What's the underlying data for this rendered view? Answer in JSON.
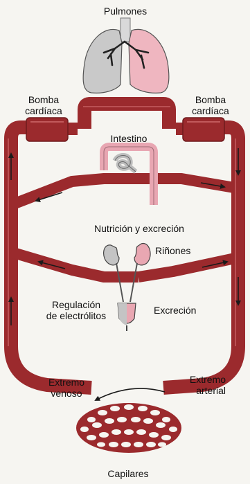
{
  "labels": {
    "lungs": "Pulmones",
    "pump_left_line1": "Bomba",
    "pump_left_line2": "cardíaca",
    "pump_right_line1": "Bomba",
    "pump_right_line2": "cardíaca",
    "intestine": "Intestino",
    "nutrition": "Nutrición y excreción",
    "kidneys": "Riñones",
    "electrolytes_line1": "Regulación",
    "electrolytes_line2": "de electrólitos",
    "excretion": "Excreción",
    "venous_line1": "Extremo",
    "venous_line2": "venoso",
    "arterial_line1": "Extremo",
    "arterial_line2": "arterial",
    "capillaries": "Capilares"
  },
  "colors": {
    "vessel": "#9b2a2d",
    "vessel_light": "#c25a5c",
    "lung_left": "#c9c9c9",
    "lung_right": "#efb6c0",
    "kidney_left": "#c4c4c4",
    "kidney_right": "#e9a7b2",
    "intestine_pink": "#e8a6b2",
    "intestine_gray": "#bdbdbd",
    "arrow": "#1a1a1a"
  }
}
